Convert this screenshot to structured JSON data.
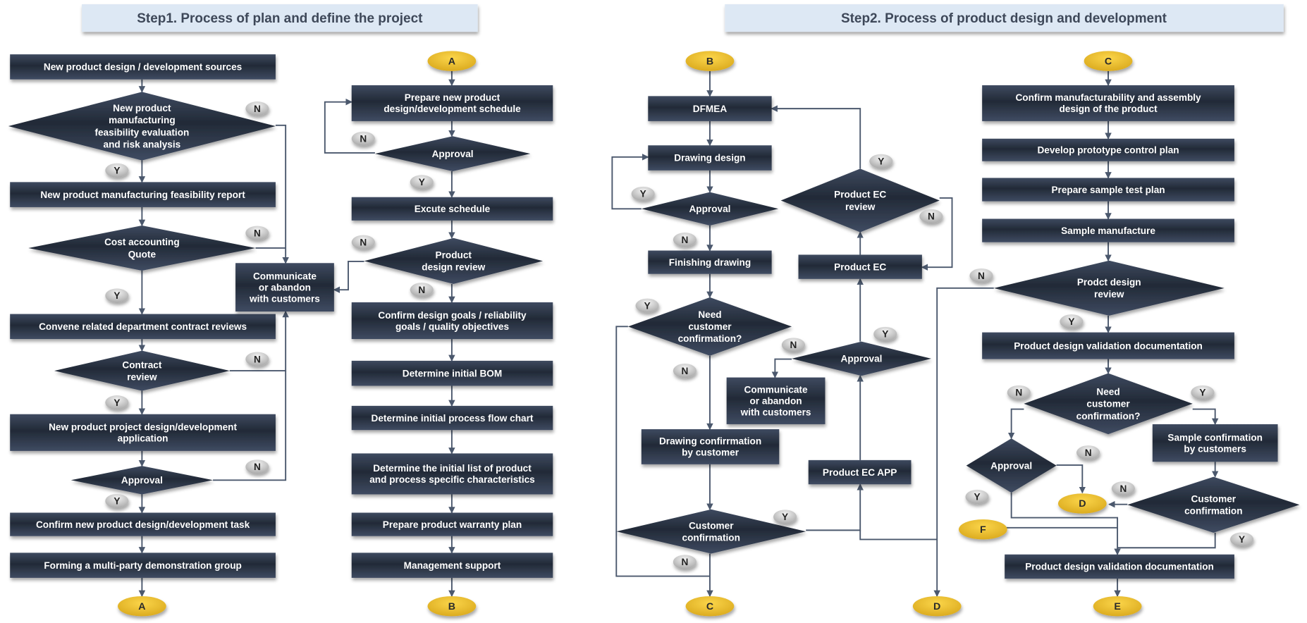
{
  "titles": {
    "step1": "Step1.  Process of plan and define the project",
    "step2": "Step2.  Process of product design and development"
  },
  "colors": {
    "node_fill_dark": "#252d3b",
    "node_fill_light": "#3e4a60",
    "connector_fill": "#f2c230",
    "badge_fill": "#c8c8c8",
    "title_fill": "#dde8f4",
    "line": "#4b586d"
  },
  "nodes": {
    "s1_r1": [
      "New product design / development sources"
    ],
    "s1_d1": [
      "New product",
      "manufacturing",
      "feasibility evaluation",
      "and risk analysis"
    ],
    "s1_r2": [
      "New product manufacturing feasibility report"
    ],
    "s1_d2": [
      "Cost accounting",
      "Quote"
    ],
    "s1_r3": [
      "Convene related department contract reviews"
    ],
    "s1_d3": [
      "Contract",
      "review"
    ],
    "s1_r4": [
      "New product project design/development",
      "application"
    ],
    "s1_d4": [
      "Approval"
    ],
    "s1_r5": [
      "Confirm new product design/development task"
    ],
    "s1_r6": [
      "Forming a multi-party demonstration group"
    ],
    "s1_oA": [
      "A"
    ],
    "s1_comm": [
      "Communicate",
      "or abandon",
      "with customers"
    ],
    "s1_oA2": [
      "A"
    ],
    "s1_r7": [
      "Prepare new product",
      "design/development schedule"
    ],
    "s1_d5": [
      "Approval"
    ],
    "s1_r8": [
      "Excute schedule"
    ],
    "s1_d6": [
      "Product",
      "design review"
    ],
    "s1_r9": [
      "Confirm design goals / reliability",
      "goals / quality objectives"
    ],
    "s1_r10": [
      "Determine initial BOM"
    ],
    "s1_r11": [
      "Determine initial process flow chart"
    ],
    "s1_r12": [
      "Determine the initial list of product",
      "and process specific characteristics"
    ],
    "s1_r13": [
      "Prepare product warranty plan"
    ],
    "s1_r14": [
      "Management support"
    ],
    "s1_oB": [
      "B"
    ],
    "s2_oB": [
      "B"
    ],
    "s2_dfmea": [
      "DFMEA"
    ],
    "s2_draw": [
      "Drawing design"
    ],
    "s2_dap": [
      "Approval"
    ],
    "s2_fin": [
      "Finishing drawing"
    ],
    "s2_need": [
      "Need",
      "customer",
      "confirmation?"
    ],
    "s2_dconf": [
      "Drawing confirrmation",
      "by customer"
    ],
    "s2_cc": [
      "Customer",
      "confirmation"
    ],
    "s2_oC": [
      "C"
    ],
    "s2_ecr": [
      "Product EC",
      "review"
    ],
    "s2_ec": [
      "Product EC"
    ],
    "s2_ap2": [
      "Approval"
    ],
    "s2_comm": [
      "Communicate",
      "or abandon",
      "with customers"
    ],
    "s2_ecapp": [
      "Product EC APP"
    ],
    "s2_oD": [
      "D"
    ],
    "s2_oC2": [
      "C"
    ],
    "s2_cm": [
      "Confirm manufacturability and assembly",
      "design of the product"
    ],
    "s2_proto": [
      "Develop prototype control plan"
    ],
    "s2_test": [
      "Prepare sample test plan"
    ],
    "s2_sm": [
      "Sample manufacture"
    ],
    "s2_pdr": [
      "Prodct design",
      "review"
    ],
    "s2_pdv": [
      "Product design validation documentation"
    ],
    "s2_need2": [
      "Need",
      "customer",
      "confirmation?"
    ],
    "s2_ap3": [
      "Approval"
    ],
    "s2_scc": [
      "Sample confirmation",
      "by customers"
    ],
    "s2_cc2": [
      "Customer",
      "confirmation"
    ],
    "s2_oD2": [
      "D"
    ],
    "s2_oF": [
      "F"
    ],
    "s2_pdv2": [
      "Product design validation documentation"
    ],
    "s2_oE": [
      "E"
    ]
  },
  "badges": [
    "N",
    "Y",
    "N",
    "Y",
    "N",
    "Y",
    "N",
    "Y",
    "N",
    "N",
    "Y",
    "N",
    "Y",
    "N",
    "Y",
    "N",
    "Y",
    "N",
    "Y",
    "N",
    "Y",
    "N",
    "N",
    "Y",
    "N",
    "Y",
    "N",
    "Y",
    "N",
    "Y"
  ]
}
